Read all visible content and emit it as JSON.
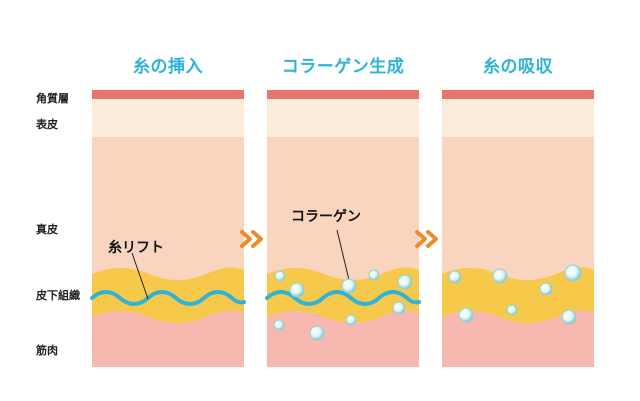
{
  "stages": [
    {
      "title": "糸の挿入"
    },
    {
      "title": "コラーゲン生成"
    },
    {
      "title": "糸の吸収"
    }
  ],
  "layers": {
    "stratum_corneum": "角質層",
    "epidermis": "表皮",
    "dermis": "真皮",
    "subcutaneous": "皮下組織",
    "muscle": "筋肉"
  },
  "callouts": {
    "thread": "糸リフト",
    "collagen": "コラーゲン"
  },
  "colors": {
    "title": "#2eb3d6",
    "stratum_corneum": "#e8776b",
    "epidermis": "#fdebdc",
    "dermis": "#f9d5c0",
    "subcutaneous": "#f7c94a",
    "muscle": "#f7b8b0",
    "thread": "#2fb3d8",
    "arrow": "#f08a2a"
  },
  "icons": [
    "double-chevron-right-icon",
    "collagen-bubble-icon"
  ]
}
